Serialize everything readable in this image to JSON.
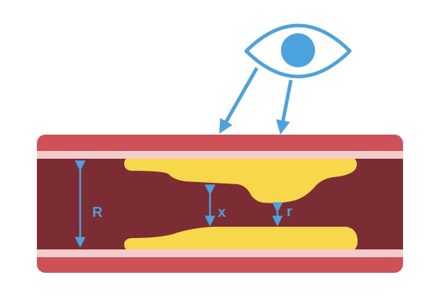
{
  "diagram": {
    "description": "Cross-section of a blood vessel with plaque buildup, observed by an eye",
    "labels": {
      "vessel_radius": "R",
      "plaque_gap": "x",
      "narrowest_radius": "r"
    },
    "icons": {
      "observer": "eye-icon",
      "view_arrows": "arrow-down-icon"
    },
    "colors": {
      "vessel_wall": "#cf5057",
      "vessel_inner_lining": "#f2cdcc",
      "lumen_blood": "#7b2d33",
      "plaque": "#f6d84a",
      "accent_blue": "#4aa3dc",
      "background": "#ffffff"
    }
  }
}
